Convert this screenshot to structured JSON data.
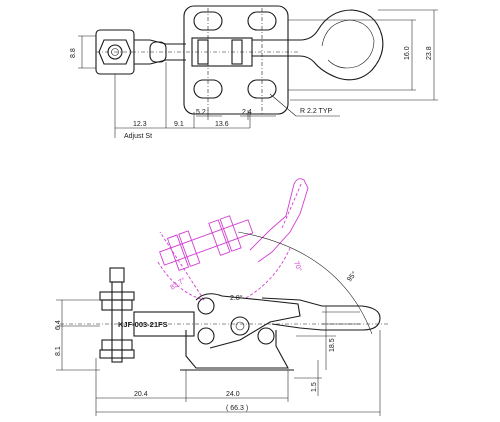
{
  "top_view": {
    "dims": {
      "d_8_8": "8.8",
      "d_12_3": "12.3",
      "adjust_label": "Adjust St",
      "d_9_1": "9.1",
      "d_5_2": "5.2",
      "d_2_4": "2.4",
      "d_13_6": "13.6",
      "radius": "R 2.2 TYP",
      "d_16_0": "16.0",
      "d_23_8": "23.8"
    }
  },
  "side_view": {
    "model": "KJF-003-21FS",
    "dims": {
      "d_6_4": "6.4",
      "d_8_1": "8.1",
      "d_20_4": "20.4",
      "d_24_0": "24.0",
      "d_18_5": "18.5",
      "d_1_5": "1.5",
      "d_66_3": "( 66.3 )"
    },
    "angles": {
      "a_83_7": "83.7°",
      "a_70": "70°",
      "a_95": "95°",
      "a_2_8": "2.8°"
    }
  },
  "colors": {
    "ink": "#1a1a1a",
    "open_position": "#d23ed2"
  }
}
